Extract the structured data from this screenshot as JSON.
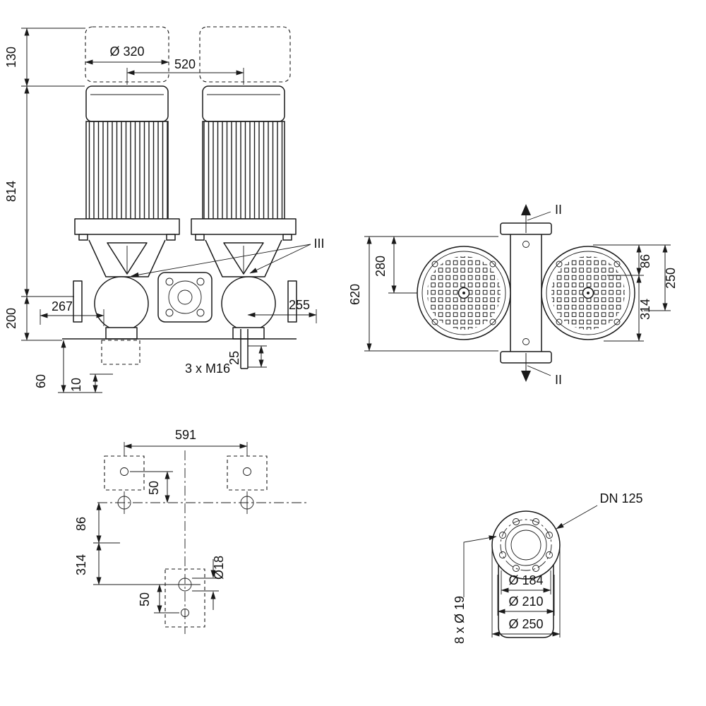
{
  "drawing": {
    "front_view": {
      "d320": "Ø 320",
      "d520": "520",
      "d130": "130",
      "d814": "814",
      "d200": "200",
      "d267": "267",
      "d255": "255",
      "d60": "60",
      "d10": "10",
      "d25": "25",
      "m16": "3 x M16",
      "section_iii": "III"
    },
    "top_view": {
      "d620": "620",
      "d280": "280",
      "d86": "86",
      "d250": "250",
      "d314": "314",
      "ii_top": "II",
      "ii_bottom": "II"
    },
    "foundation_view": {
      "d591": "591",
      "d50_top": "50",
      "d86": "86",
      "d314": "314",
      "d50_bottom": "50",
      "d18": "Ø18"
    },
    "flange_view": {
      "dn": "DN 125",
      "d184": "Ø 184",
      "d210": "Ø 210",
      "d250": "Ø 250",
      "holes": "8 x Ø 19"
    },
    "colors": {
      "line": "#1a1a1a",
      "background": "#ffffff"
    }
  }
}
